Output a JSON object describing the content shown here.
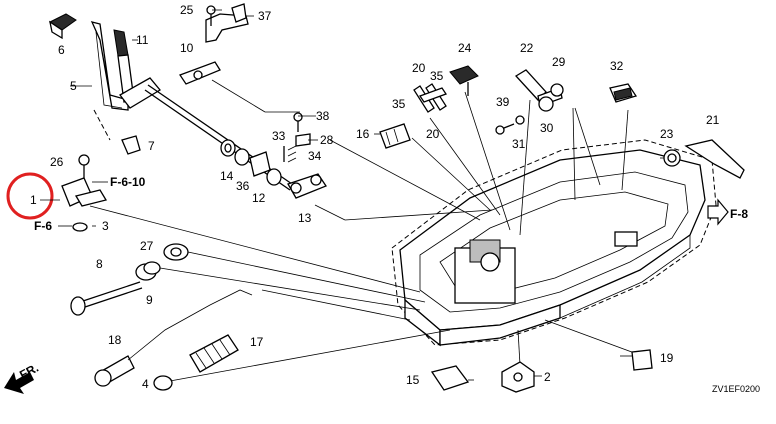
{
  "diagram": {
    "callouts": [
      "1",
      "2",
      "3",
      "4",
      "5",
      "6",
      "7",
      "8",
      "9",
      "10",
      "11",
      "12",
      "13",
      "14",
      "15",
      "16",
      "17",
      "18",
      "19",
      "20",
      "21",
      "22",
      "23",
      "24",
      "25",
      "26",
      "27",
      "28",
      "29",
      "30",
      "31",
      "32",
      "33",
      "34",
      "35",
      "36",
      "37",
      "38",
      "39"
    ],
    "refs": {
      "f610": "F-6-10",
      "f6": "F-6",
      "f8": "F-8",
      "fr": "FR."
    },
    "code": "ZV1EF0200",
    "highlight_color": "#e02020"
  }
}
